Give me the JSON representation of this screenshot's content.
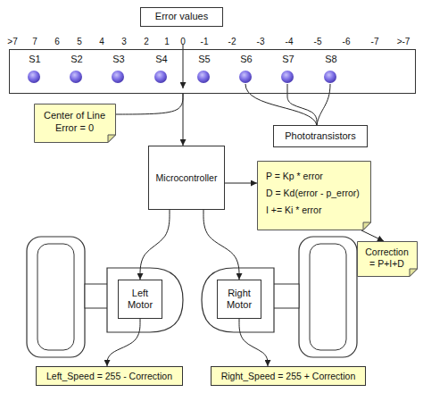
{
  "diagram": {
    "nodes": [
      {
        "text": [
          "Error values"
        ]
      },
      {
        "text": [
          "S1",
          "S2",
          "S3",
          "S4",
          "S5",
          "S6",
          "S7",
          "S8"
        ]
      },
      {
        "text": [
          "Center of Line Error = 0"
        ]
      },
      {
        "text": [
          "Phototransistors"
        ]
      },
      {
        "text": [
          "Microcontroller"
        ]
      },
      {
        "text": [
          "P = Kp * error",
          "D = Kd(error - p_error)",
          "I += Ki * error"
        ]
      },
      {
        "text": [
          "Correction = P+I+D"
        ]
      },
      {
        "text": [
          "Left Motor"
        ]
      },
      {
        "text": [
          "Right Motor"
        ]
      },
      {
        "text": [
          "Left_Speed = 255 - Correction"
        ]
      },
      {
        "text": [
          "Right_Speed = 255 + Correction"
        ]
      }
    ],
    "edges": [
      {
        "from": 2,
        "to": 1,
        "arrow": "none"
      },
      {
        "from": 1,
        "to": 4,
        "arrow": "to"
      },
      {
        "from": 1,
        "to": 3,
        "arrow": "none"
      },
      {
        "from": 4,
        "to": 5,
        "arrow": "to"
      },
      {
        "from": 5,
        "to": 6,
        "arrow": "to"
      },
      {
        "from": 4,
        "to": 7,
        "arrow": "to"
      },
      {
        "from": 4,
        "to": 8,
        "arrow": "to"
      },
      {
        "from": 7,
        "to": 9,
        "arrow": "to"
      },
      {
        "from": 8,
        "to": 10,
        "arrow": "to"
      }
    ],
    "labels": [
      ">7",
      "7",
      "6",
      "5",
      "4",
      "3",
      "2",
      "1",
      "0",
      "-1",
      "-2",
      "-3",
      "-4",
      "-5",
      "-6",
      "-7",
      ">-7"
    ]
  }
}
